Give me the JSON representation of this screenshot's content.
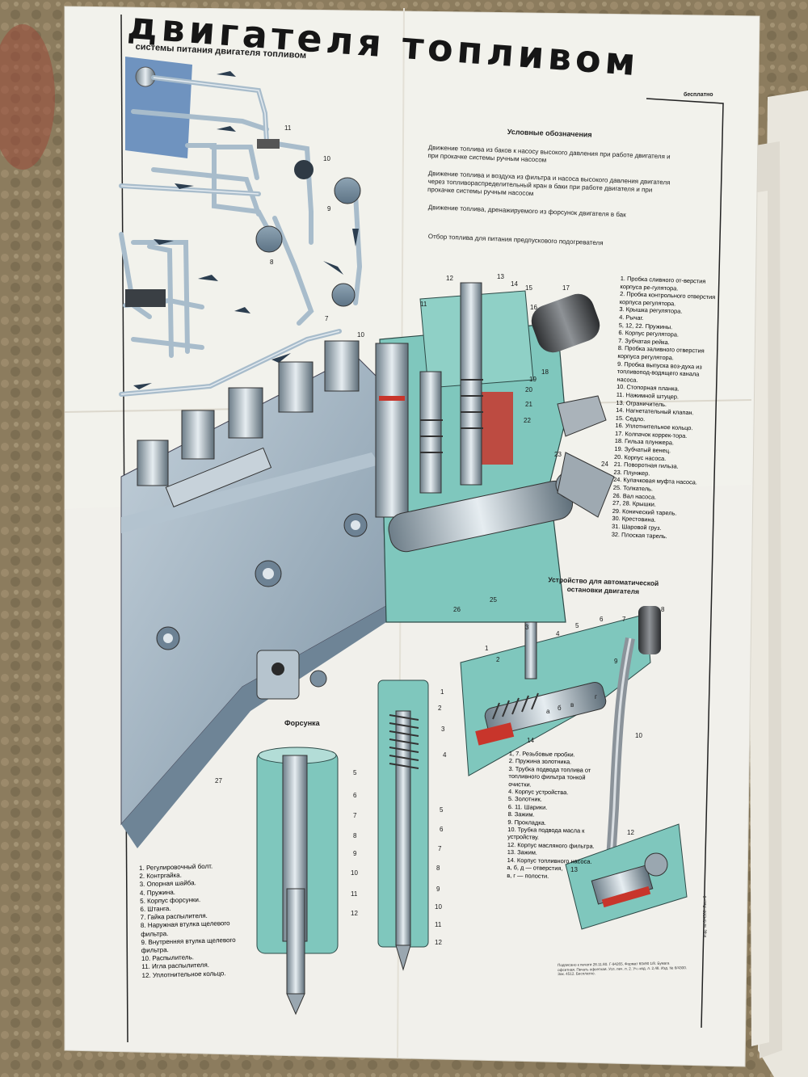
{
  "title": "двигателя топливом",
  "subtitle": "системы питания двигателя топливом",
  "badge": "бесплатно",
  "legend": {
    "heading": "Условные обозначения",
    "items": [
      "Движение топлива из баков к насосу высокого давления при работе двигателя и при прокачке системы ручным насосом",
      "Движение топлива и воздуха из фильтра и насоса высокого давления двигателя через топливораспределительный кран в баки при работе двигателя и при прокачке системы ручным насосом",
      "Движение топлива, дренажируемого из форсунок двигателя в бак",
      "Отбор топлива для питания предпускового подогревателя"
    ]
  },
  "pump_parts": [
    "1. Пробка сливного от-верстия корпуса ре-гулятора.",
    "2. Пробка контрольного отверстия корпуса регулятора.",
    "3. Крышка регулятора.",
    "4. Рычаг.",
    "5, 12, 22. Пружины.",
    "6. Корпус регулятора.",
    "7. Зубчатая рейка.",
    "8. Пробка заливного отверстия корпуса регулятора.",
    "9. Пробка выпуска воз-духа из топливопод-водящего канала насоса.",
    "10. Стопорная планка.",
    "11. Нажимной штуцер.",
    "13. Ограничитель.",
    "14. Нагнетательный клапан.",
    "15. Седло.",
    "16. Уплотнительное кольцо.",
    "17. Колпачок коррек-тора.",
    "18. Гильза плунжера.",
    "19. Зубчатый венец.",
    "20. Корпус насоса.",
    "21. Поворотная гильза.",
    "23. Плунжер.",
    "24. Кулачковая муфта насоса.",
    "25. Толкатель.",
    "26. Вал насоса.",
    "27, 28. Крышки.",
    "29. Конический тарель.",
    "30. Крестовина.",
    "31. Шаровой груз.",
    "32. Плоская тарель."
  ],
  "stop_device": {
    "title_line1": "Устройство для автоматической",
    "title_line2": "остановки двигателя",
    "parts": [
      "1, 7. Резьбовые пробки.",
      "2. Пружина золотника.",
      "3. Трубка подвода топлива от топливного фильтра тонкой очистки.",
      "4. Корпус устройства.",
      "5. Золотник.",
      "6. 11. Шарики.",
      "8. Зажим.",
      "9. Прокладка.",
      "10. Трубка подвода масла к устройству.",
      "12. Корпус масляного фильтра.",
      "13. Зажим.",
      "14. Корпус топливного насоса.",
      "а, б, д — отверстия,",
      "в, г — полости."
    ]
  },
  "nozzle": {
    "title": "Форсунка",
    "parts": [
      "1. Регулировочный болт.",
      "2. Контргайка.",
      "3. Опорная шайба.",
      "4. Пружина.",
      "5. Корпус форсунки.",
      "6. Штанга.",
      "7. Гайка распылителя.",
      "8. Наружная втулка щелевого фильтра.",
      "9. Внутренняя втулка щелевого фильтра.",
      "10. Распылитель.",
      "11. Игла распылителя.",
      "12. Уплотнительное кольцо."
    ]
  },
  "callouts": {
    "pump": [
      "12",
      "13",
      "14",
      "15",
      "16",
      "17",
      "11",
      "10",
      "18",
      "19",
      "20",
      "21",
      "22",
      "23",
      "24",
      "25",
      "26",
      "27"
    ],
    "system": [
      "11",
      "10",
      "9",
      "8",
      "7"
    ],
    "nozzle_a": [
      "5",
      "6",
      "7",
      "8",
      "9",
      "10",
      "11",
      "12"
    ],
    "nozzle_b": [
      "1",
      "2",
      "3",
      "4",
      "5",
      "6",
      "7",
      "8",
      "9",
      "10",
      "11",
      "12"
    ],
    "stop": [
      "1",
      "2",
      "3",
      "4",
      "5",
      "6",
      "7",
      "8",
      "10",
      "12",
      "13",
      "14",
      "а",
      "б",
      "в",
      "г",
      "9"
    ]
  },
  "imprint": "Подписано к печати 28.11.80. Г-94265. Формат 60x90 1/8. Бумага офсетная. Печать офсетная. Усл. печ. л. 2. Уч.-изд. л. 2,48. Изд. № 6/4300. Зак. 4512. Бесплатно.",
  "side_code": "Изд. № 6/4300. Лист 3",
  "colors": {
    "paper": "#f1f0eb",
    "metal": "#9fb3c2",
    "cut": "#7fc7bd",
    "red": "#c8352b",
    "ink": "#1b1b1b"
  }
}
